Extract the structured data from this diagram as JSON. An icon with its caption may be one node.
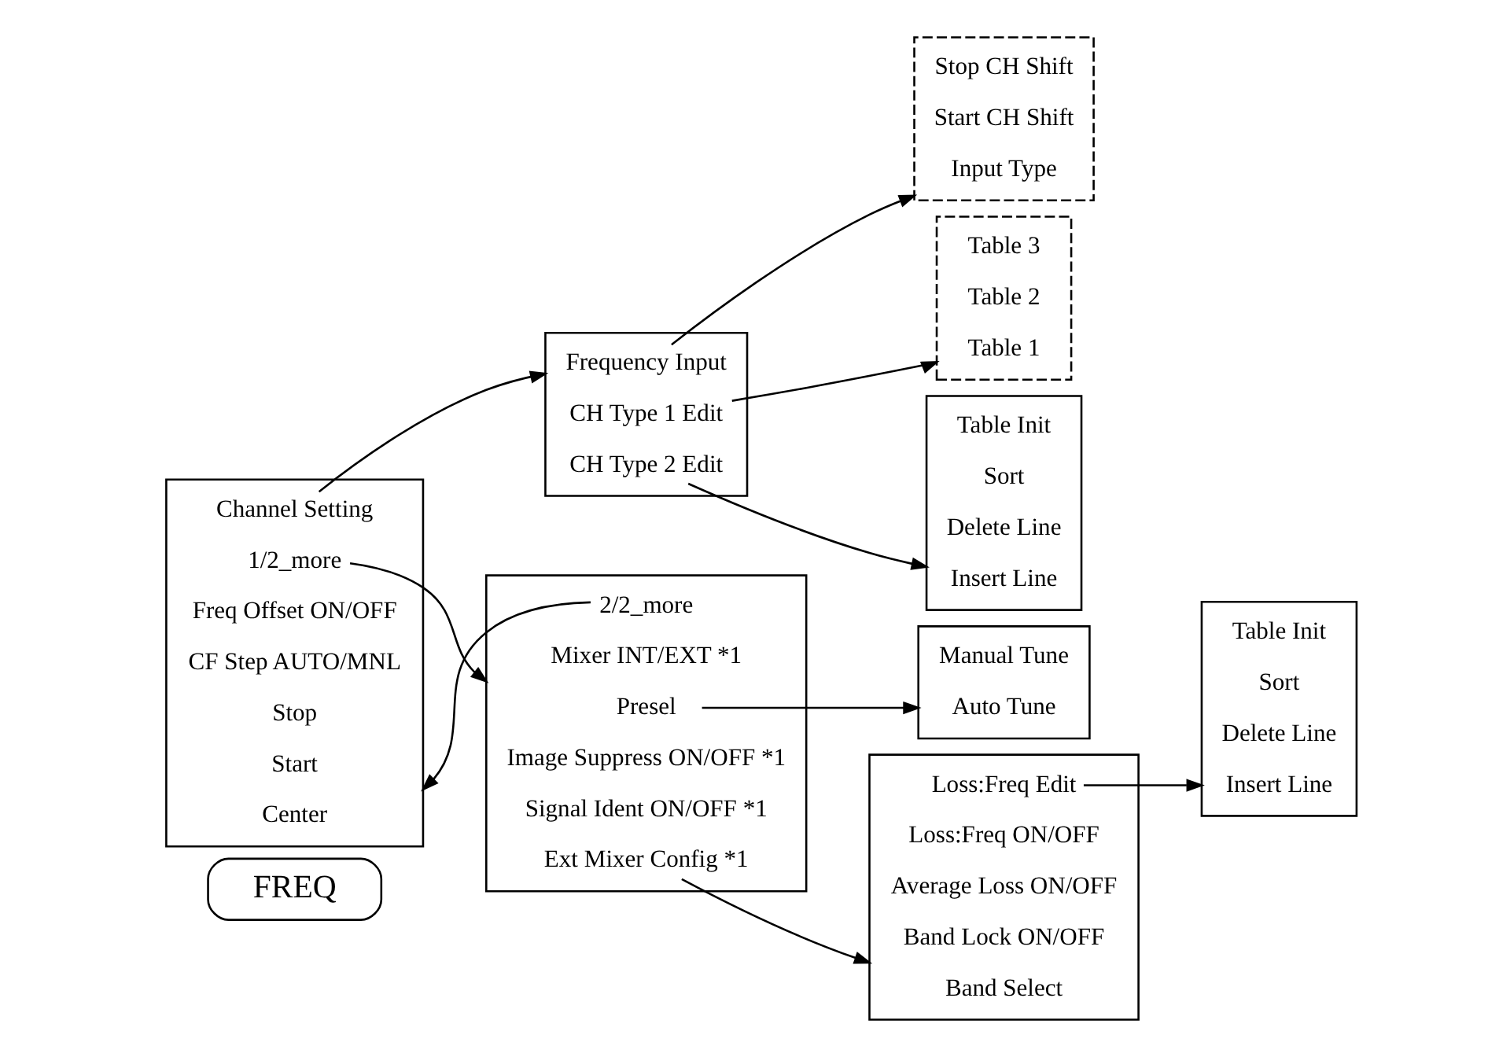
{
  "diagram": {
    "nodes": [
      {
        "text": [
          "FREQ"
        ]
      },
      {
        "text": [],
        "shape": "bracket"
      },
      {
        "text": [
          "Center"
        ],
        "in": 1
      },
      {
        "text": [
          "Start"
        ],
        "in": 1
      },
      {
        "text": [
          "Stop"
        ],
        "in": 1
      },
      {
        "text": [
          "CF Step AUTO/MNL"
        ],
        "in": 1
      },
      {
        "text": [
          "Freq Offset ON/OFF"
        ],
        "in": 1
      },
      {
        "text": [
          "Channel Setting"
        ],
        "in": 1
      },
      {
        "text": [
          "1/2_more"
        ],
        "in": 1
      },
      {
        "text": [],
        "shape": "bracket"
      },
      {
        "text": [
          "Presel"
        ],
        "in": 9
      },
      {
        "text": [
          "Mixer INT/EXT *1"
        ],
        "in": 9
      },
      {
        "text": [
          "Ext Mixer Config *1"
        ],
        "in": 9
      },
      {
        "text": [
          "Signal Ident ON/OFF *1"
        ],
        "in": 9
      },
      {
        "text": [
          "Image Suppress ON/OFF *1"
        ],
        "in": 9
      },
      {
        "text": [
          "2/2_more"
        ],
        "in": 9
      },
      {
        "text": [],
        "shape": "bracket"
      },
      {
        "text": [
          "Frequency Input"
        ],
        "in": 16
      },
      {
        "text": [
          "CH Type 1 Edit"
        ],
        "in": 16
      },
      {
        "text": [
          "CH Type 2 Edit"
        ],
        "in": 16
      },
      {
        "text": [],
        "shape": "box"
      },
      {
        "text": [
          "Input Type"
        ],
        "in": 20
      },
      {
        "text": [
          "Start CH Shift"
        ],
        "in": 20
      },
      {
        "text": [
          "Stop CH Shift"
        ],
        "in": 20
      },
      {
        "text": [],
        "shape": "box"
      },
      {
        "text": [
          "Table 1"
        ],
        "in": 24
      },
      {
        "text": [
          "Table 2"
        ],
        "in": 24
      },
      {
        "text": [
          "Table 3"
        ],
        "in": 24
      },
      {
        "text": [],
        "shape": "bracket"
      },
      {
        "text": [
          "Auto Tune"
        ],
        "in": 28
      },
      {
        "text": [
          "Manual Tune"
        ],
        "in": 28
      },
      {
        "text": [],
        "shape": "bracket"
      },
      {
        "text": [
          "Band Select"
        ],
        "in": 31
      },
      {
        "text": [
          "Band Lock ON/OFF"
        ],
        "in": 31
      },
      {
        "text": [
          "Average Loss ON/OFF"
        ],
        "in": 31
      },
      {
        "text": [
          "Loss:Freq ON/OFF"
        ],
        "in": 31
      },
      {
        "text": [
          "Loss:Freq Edit"
        ],
        "in": 31
      },
      {
        "text": [],
        "shape": "bracket"
      },
      {
        "text": [
          "Insert Line"
        ],
        "in": 37
      },
      {
        "text": [
          "Delete Line"
        ],
        "in": 37
      },
      {
        "text": [
          "Sort"
        ],
        "in": 37
      },
      {
        "text": [
          "Table Init"
        ],
        "in": 37
      },
      {
        "text": [],
        "shape": "bracket"
      },
      {
        "text": [
          "Insert Line"
        ],
        "in": 42
      },
      {
        "text": [
          "Delete Line"
        ],
        "in": 42
      },
      {
        "text": [
          "Sort"
        ],
        "in": 42
      },
      {
        "text": [
          "Table Init"
        ],
        "in": 42
      }
    ],
    "edges": [
      {
        "from": 7,
        "to": 16,
        "arrow": "to"
      },
      {
        "from": 8,
        "to": 9,
        "arrow": "to"
      },
      {
        "from": 15,
        "to": 1,
        "arrow": "to"
      },
      {
        "from": 17,
        "to": 20,
        "arrow": "to"
      },
      {
        "from": 18,
        "to": 24,
        "arrow": "to"
      },
      {
        "from": 19,
        "to": 37,
        "arrow": "to"
      },
      {
        "from": 10,
        "to": 28,
        "arrow": "to"
      },
      {
        "from": 12,
        "to": 31,
        "arrow": "to"
      },
      {
        "from": 36,
        "to": 42,
        "arrow": "to"
      }
    ]
  }
}
